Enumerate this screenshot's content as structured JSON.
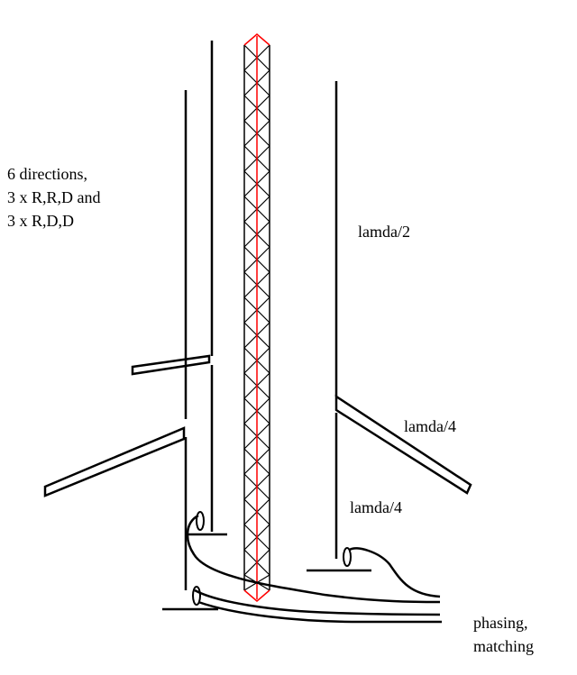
{
  "colors": {
    "background": "#ffffff",
    "ink": "#000000",
    "tower_center_line": "#ff0000"
  },
  "labels": {
    "directions": [
      "6 directions,",
      "3 x R,R,D and",
      "3 x R,D,D"
    ],
    "half_wave": "lamda/2",
    "quarter_wave_upper": "lamda/4",
    "quarter_wave_lower": "lamda/4",
    "phasing": [
      "phasing,",
      "matching"
    ]
  }
}
